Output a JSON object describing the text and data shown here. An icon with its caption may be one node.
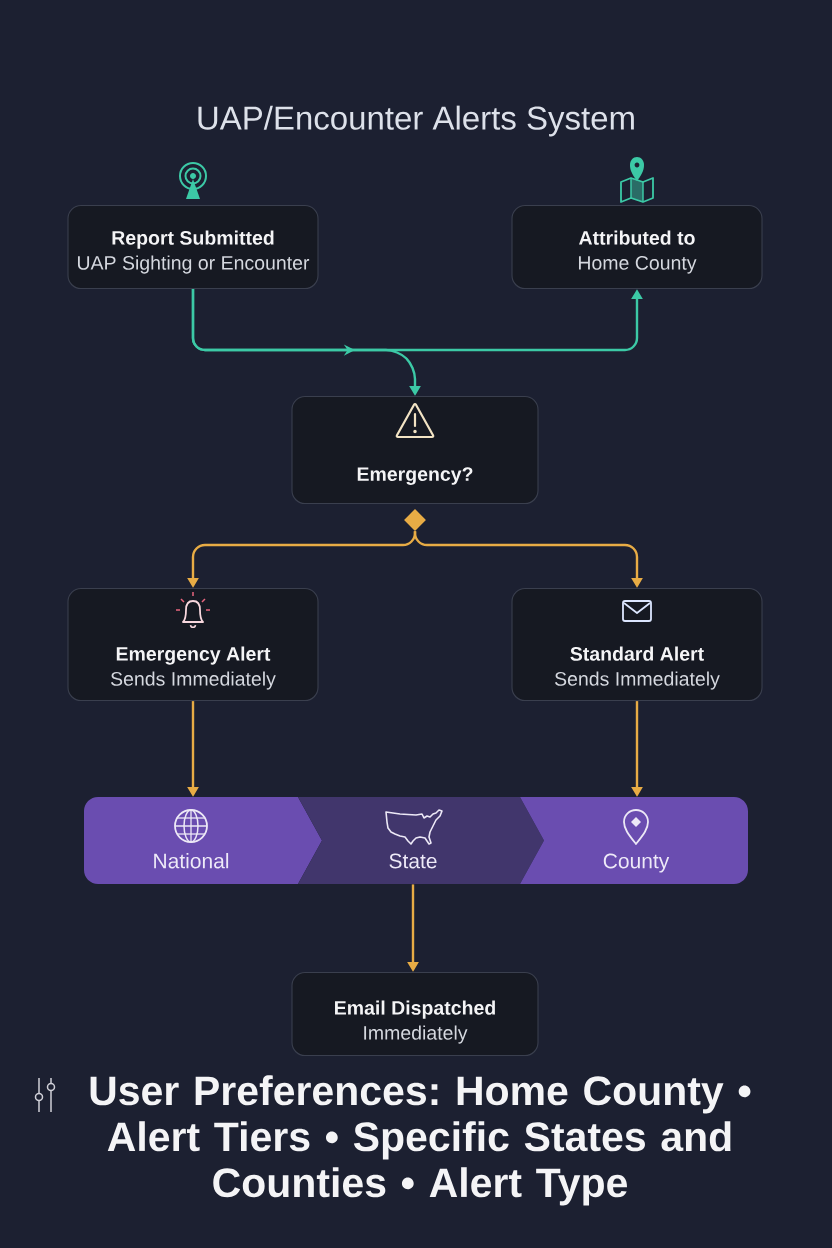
{
  "diagram": {
    "title": "UAP/Encounter Alerts System",
    "caption": "User Preferences: Home County • Alert Tiers • Specific States and Counties • Alert Type",
    "nodes": [
      {
        "text": [
          "Report Submitted",
          "UAP Sighting or Encounter"
        ]
      },
      {
        "text": [
          "Attributed to",
          "Home County"
        ]
      },
      {
        "text": [
          "Emergency?"
        ]
      },
      {
        "text": [],
        "shape": "diamond"
      },
      {
        "text": [
          "Emergency Alert",
          "Sends Immediately"
        ]
      },
      {
        "text": [
          "Standard Alert",
          "Sends Immediately"
        ]
      },
      {
        "text": [
          "National"
        ]
      },
      {
        "text": [
          "State"
        ]
      },
      {
        "text": [
          "County"
        ]
      },
      {
        "text": [
          "Email Dispatched",
          "Immediately"
        ]
      }
    ],
    "edges": [
      {
        "from": 0,
        "to": 2,
        "arrow": "to",
        "color": "#3cc9a6"
      },
      {
        "from": 0,
        "to": 1,
        "arrow": "to",
        "color": "#3cc9a6"
      },
      {
        "from": 3,
        "to": 4,
        "arrow": "to"
      },
      {
        "from": 3,
        "to": 5,
        "arrow": "to"
      },
      {
        "from": 4,
        "to": 6,
        "arrow": "to"
      },
      {
        "from": 5,
        "to": 8,
        "arrow": "to"
      },
      {
        "from": 7,
        "to": 9,
        "arrow": "to"
      }
    ]
  }
}
